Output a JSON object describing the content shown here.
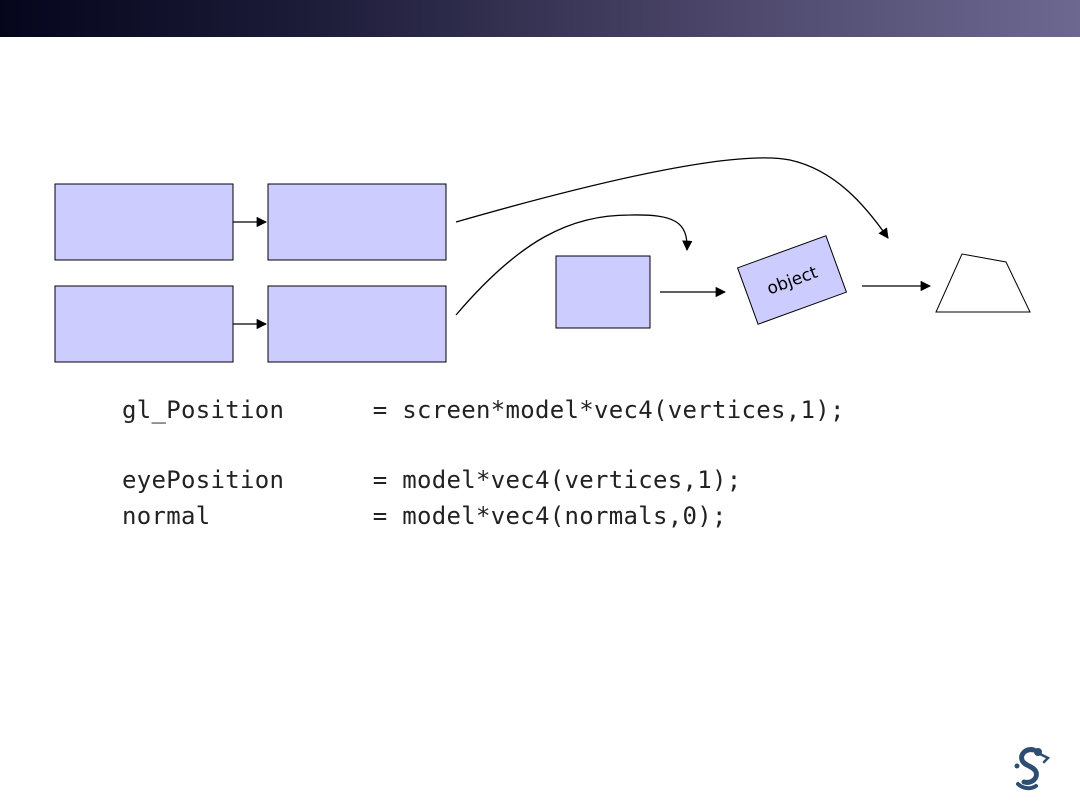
{
  "diagram": {
    "object_label": "object"
  },
  "code": {
    "lines": [
      "gl_Position      = screen*model*vec4(vertices,1);",
      "eyePosition      = model*vec4(vertices,1);",
      "normal           = model*vec4(normals,0);"
    ]
  },
  "colors": {
    "box_fill": "#ccccff",
    "stroke": "#000000"
  },
  "logo": {
    "icon": "university-logo-icon"
  }
}
